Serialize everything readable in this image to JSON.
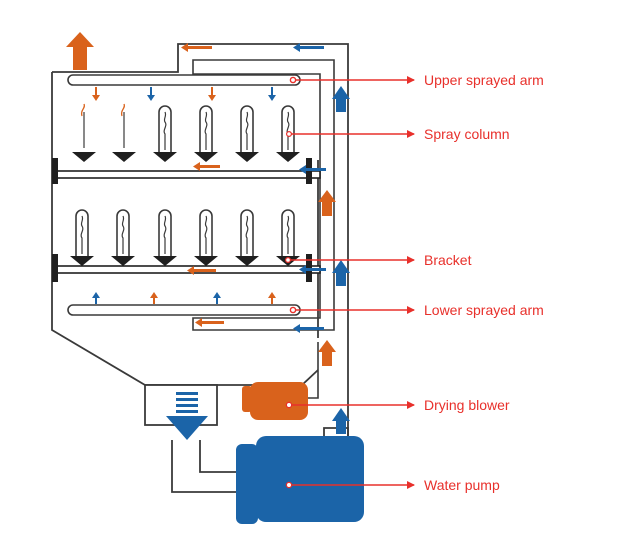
{
  "labels": {
    "upper_sprayed_arm": "Upper sprayed arm",
    "spray_column": "Spray column",
    "bracket": "Bracket",
    "lower_sprayed_arm": "Lower sprayed arm",
    "drying_blower": "Drying blower",
    "water_pump": "Water pump"
  },
  "colors": {
    "outline": "#3a3a3a",
    "water_blue": "#1b64a8",
    "air_orange": "#d9621c",
    "label_red": "#e8302b"
  },
  "icons": {
    "water_flow": "arrow-blue",
    "air_flow": "arrow-orange",
    "pointer": "red-arrow-line"
  }
}
